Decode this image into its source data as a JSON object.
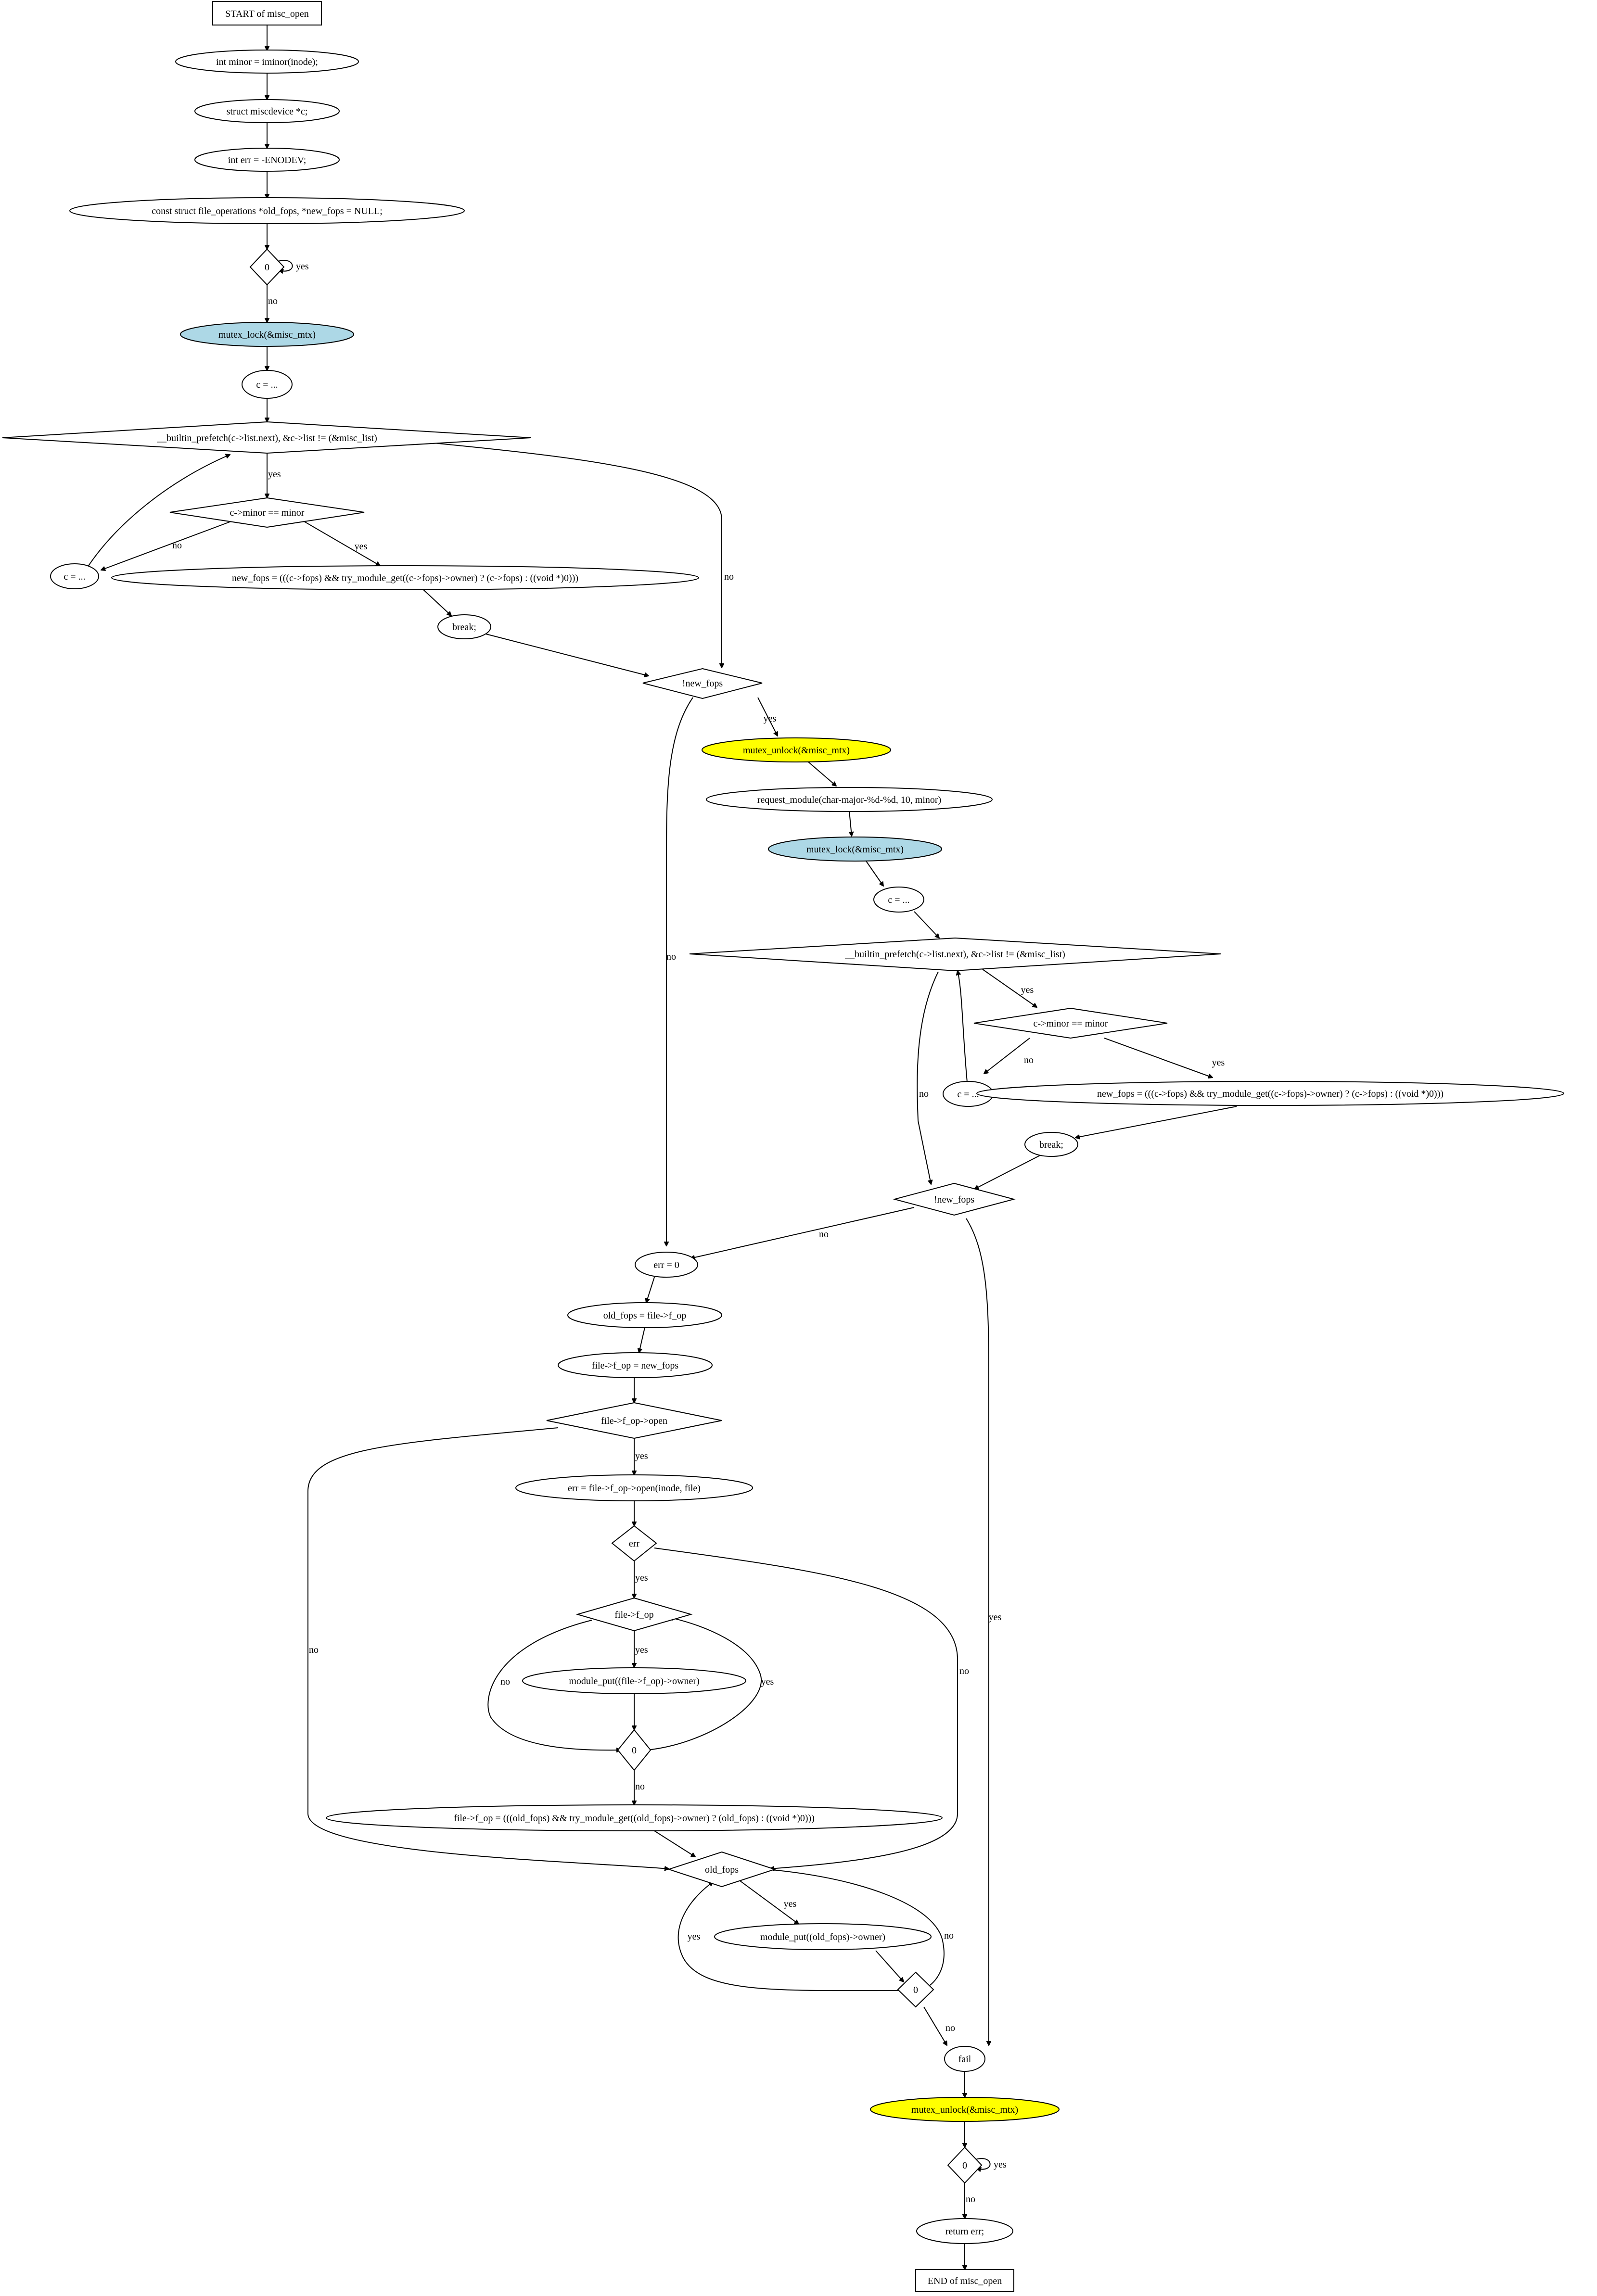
{
  "colors": {
    "lock_fill": "#add8e6",
    "unlock_fill": "#ffff00",
    "stroke": "#000000",
    "background": "#ffffff"
  },
  "nodes": {
    "start": "START of misc_open",
    "minor_decl": "int minor = iminor(inode);",
    "c_decl": "struct miscdevice *c;",
    "err_decl": "int err = -ENODEV;",
    "fops_decl": "const struct file_operations *old_fops, *new_fops = NULL;",
    "zero_1": "0",
    "lock_1": "mutex_lock(&misc_mtx)",
    "c_init_1": "c = ...",
    "prefetch_1": "__builtin_prefetch(c->list.next), &c->list != (&misc_list)",
    "minor_cmp_1": "c->minor == minor",
    "c_next_1": "c = ...",
    "new_fops_assign_1": "new_fops = (((c->fops) && try_module_get((c->fops)->owner) ? (c->fops) : ((void *)0)))",
    "break_1": "break;",
    "not_new_fops_1": "!new_fops",
    "unlock_1": "mutex_unlock(&misc_mtx)",
    "request_module": "request_module(char-major-%d-%d, 10, minor)",
    "lock_2": "mutex_lock(&misc_mtx)",
    "c_init_2": "c = ...",
    "prefetch_2": "__builtin_prefetch(c->list.next), &c->list != (&misc_list)",
    "minor_cmp_2": "c->minor == minor",
    "c_next_2": "c = ...",
    "new_fops_assign_2": "new_fops = (((c->fops) && try_module_get((c->fops)->owner) ? (c->fops) : ((void *)0)))",
    "break_2": "break;",
    "not_new_fops_2": "!new_fops",
    "err_zero": "err = 0",
    "old_fops_assign": "old_fops = file->f_op",
    "f_op_assign": "file->f_op = new_fops",
    "f_op_open": "file->f_op->open",
    "err_open": "err = file->f_op->open(inode, file)",
    "err_check": "err",
    "file_f_op": "file->f_op",
    "module_put_f_op": "module_put((file->f_op)->owner)",
    "zero_2": "0",
    "f_op_restore": "file->f_op = (((old_fops) && try_module_get((old_fops)->owner) ? (old_fops) : ((void *)0)))",
    "old_fops_check": "old_fops",
    "module_put_old": "module_put((old_fops)->owner)",
    "zero_3": "0",
    "fail": "fail",
    "unlock_2": "mutex_unlock(&misc_mtx)",
    "zero_4": "0",
    "return_err": "return err;",
    "end": "END of misc_open"
  },
  "edge_labels": {
    "yes": "yes",
    "no": "no"
  }
}
